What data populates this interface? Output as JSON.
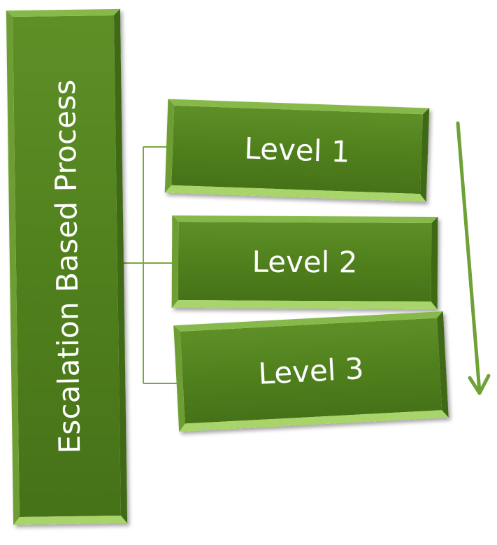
{
  "diagram": {
    "main_label": "Escalation Based Process",
    "levels": [
      {
        "label": "Level 1"
      },
      {
        "label": "Level 2"
      },
      {
        "label": "Level 3"
      }
    ],
    "colors": {
      "box_fill": "#55861f",
      "bevel_light": "#a8d46a",
      "bevel_dark": "#3f6915",
      "connector": "#7aa83e",
      "arrow": "#6ea136",
      "text": "#ffffff"
    },
    "arrow_direction": "down"
  }
}
